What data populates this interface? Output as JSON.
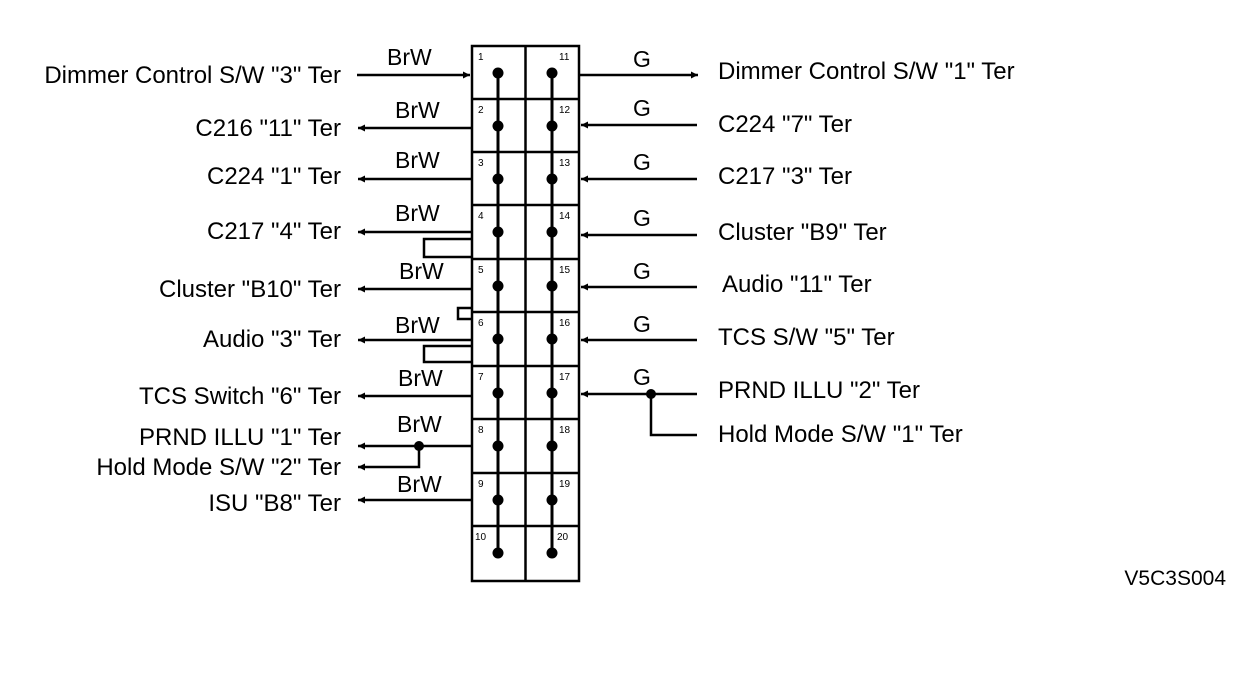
{
  "diagram": {
    "id_code": "V5C3S004",
    "left_color": "BrW",
    "right_color": "G",
    "left_pins": [
      "1",
      "2",
      "3",
      "4",
      "5",
      "6",
      "7",
      "8",
      "9",
      "10"
    ],
    "right_pins": [
      "11",
      "12",
      "13",
      "14",
      "15",
      "16",
      "17",
      "18",
      "19",
      "20"
    ],
    "left_labels": [
      "Dimmer Control S/W \"3\" Ter",
      "C216 \"11\" Ter",
      "C224 \"1\" Ter",
      "C217 \"4\" Ter",
      "Cluster \"B10\" Ter",
      "Audio \"3\" Ter",
      "TCS Switch \"6\" Ter",
      "PRND ILLU \"1\" Ter",
      "Hold Mode S/W \"2\" Ter",
      "ISU \"B8\" Ter"
    ],
    "right_labels": [
      "Dimmer Control S/W \"1\" Ter",
      "C224 \"7\" Ter",
      "C217 \"3\" Ter",
      "Cluster \"B9\" Ter",
      "Audio \"11\" Ter",
      "TCS S/W \"5\" Ter",
      "PRND ILLU \"2\" Ter",
      "Hold Mode S/W \"1\" Ter"
    ]
  }
}
